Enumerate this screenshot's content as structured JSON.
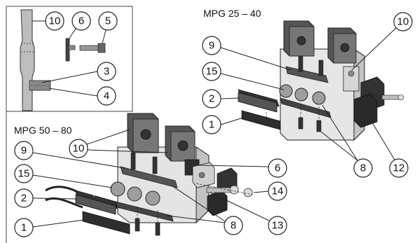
{
  "titles": {
    "mpg_small": "MPG 25 – 40",
    "mpg_large": "MPG 50 – 80"
  },
  "inset_callouts": [
    "10",
    "6",
    "5",
    "3",
    "4"
  ],
  "small_callouts": [
    "10",
    "9",
    "15",
    "2",
    "1",
    "12",
    "8"
  ],
  "large_callouts": [
    "10",
    "9",
    "15",
    "2",
    "1",
    "6",
    "14",
    "13",
    "8"
  ],
  "colors": {
    "body_light": "#e8e8e8",
    "body_mid": "#cfcfcf",
    "body_dark": "#9a9a9a",
    "part_dark": "#3a3a3a",
    "part_black": "#1e1e1e",
    "outline": "#222222"
  }
}
